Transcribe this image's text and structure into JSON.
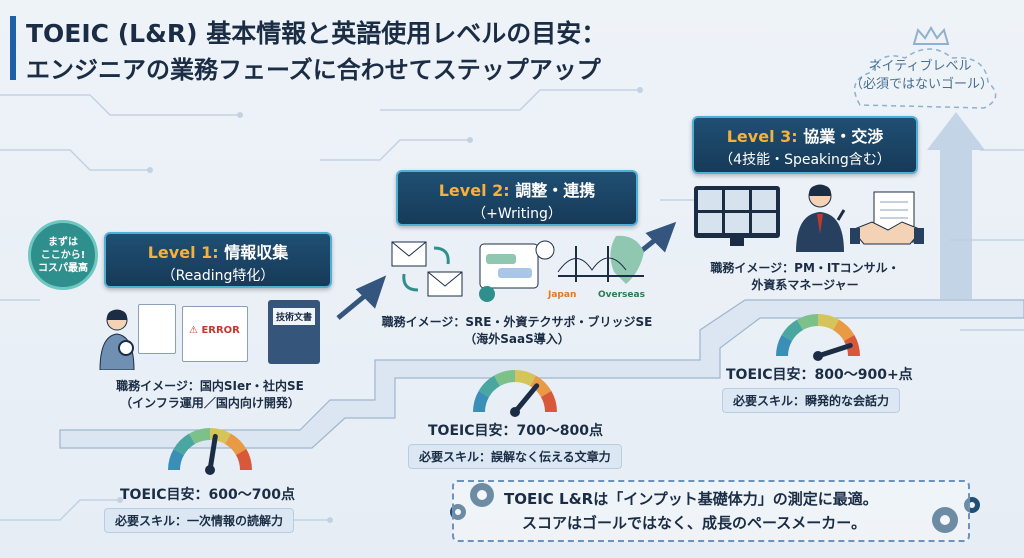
{
  "title_line1": "TOEIC (L&R) 基本情報と英語使用レベルの目安：",
  "title_line2": "エンジニアの業務フェーズに合わせてステップアップ",
  "seal": {
    "line1": "まずは",
    "line2": "ここから!",
    "line3": "コスパ最高"
  },
  "levels": [
    {
      "level": "Level 1:",
      "name": "情報収集",
      "sub": "（Reading特化）",
      "role_line1": "職務イメージ：国内SIer・社内SE",
      "role_line2": "（インフラ運用／国内向け開発）",
      "score": "TOEIC目安：600〜700点",
      "skill": "必要スキル：一次情報の読解力",
      "gauge_fraction": 0.55
    },
    {
      "level": "Level 2:",
      "name": "調整・連携",
      "sub": "（+Writing）",
      "role_line1": "職務イメージ：SRE・外資テクサポ・ブリッジSE",
      "role_line2": "（海外SaaS導入）",
      "score": "TOEIC目安：700〜800点",
      "skill": "必要スキル：誤解なく伝える文章力",
      "gauge_fraction": 0.72
    },
    {
      "level": "Level 3:",
      "name": "協業・交渉",
      "sub": "（4技能・Speaking含む）",
      "role_line1": "職務イメージ：PM・ITコンサル・",
      "role_line2": "外資系マネージャー",
      "score": "TOEIC目安：800〜900+点",
      "skill": "必要スキル：瞬発的な会話力",
      "gauge_fraction": 0.9
    }
  ],
  "icons": {
    "error_label": "ERROR",
    "book_label": "技術文書",
    "japan_label": "Japan",
    "overseas_label": "Overseas"
  },
  "native": {
    "line1": "ネイティブレベル",
    "line2": "（必須ではないゴール）"
  },
  "bottom": {
    "line1": "TOEIC L&Rは「インプット基礎体力」の測定に最適。",
    "line2": "スコアはゴールではなく、成長のペースメーカー。"
  },
  "colors": {
    "badge_bg": "#1f4f73",
    "badge_border": "#4fb0d6",
    "level_text": "#f4b23c",
    "accent": "#1f5fa8"
  }
}
